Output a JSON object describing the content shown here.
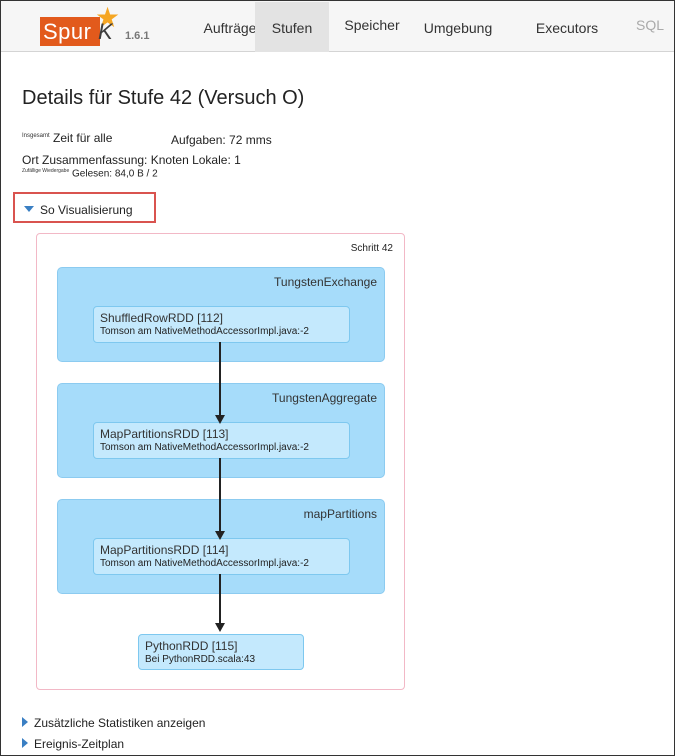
{
  "app": {
    "logo_text": "Spur",
    "logo_k": "K",
    "version": "1.6.1"
  },
  "nav": {
    "items": [
      {
        "label": "Aufträge",
        "active": false
      },
      {
        "label": "Stufen",
        "active": true
      },
      {
        "label": "Speicher",
        "active": false
      },
      {
        "label": "Umgebung",
        "active": false
      },
      {
        "label": "Executors",
        "active": false
      },
      {
        "label": "SQL",
        "active": false
      }
    ]
  },
  "page": {
    "title": "Details für Stufe 42 (Versuch O)"
  },
  "summary": {
    "total_prefix": "Insgesamt",
    "time_label": "Zeit für alle",
    "tasks_label": "Aufgaben: 72 mms",
    "locality": "Ort Zusammenfassung: Knoten Lokale: 1",
    "shuffle_prefix": "Zufällige Wiedergabe",
    "read_label": "Gelesen: 84,0 B / 2"
  },
  "visualization": {
    "toggle_label": "So Visualisierung",
    "stage_label": "Schritt 42",
    "clusters": [
      {
        "label": "TungstenExchange",
        "node_name": "ShuffledRowRDD [112]",
        "node_site": "Tomson am NativeMethodAccessorImpl.java:-2"
      },
      {
        "label": "TungstenAggregate",
        "node_name": "MapPartitionsRDD [113]",
        "node_site": "Tomson am NativeMethodAccessorImpl.java:-2"
      },
      {
        "label": "mapPartitions",
        "node_name": "MapPartitionsRDD [114]",
        "node_site": "Tomson am NativeMethodAccessorImpl.java:-2"
      }
    ],
    "final_node": {
      "name": "PythonRDD [115]",
      "site": "Bei PythonRDD.scala:43"
    }
  },
  "expanders": {
    "additional_metrics": "Zusätzliche Statistiken anzeigen",
    "event_timeline": "Ereignis-Zeitplan"
  },
  "colors": {
    "brand": "#e25a1c",
    "cluster_fill": "#a6dcfa",
    "node_fill": "#c4e9fd",
    "highlight_border": "#d9534f",
    "caret": "#3a7fc3"
  }
}
